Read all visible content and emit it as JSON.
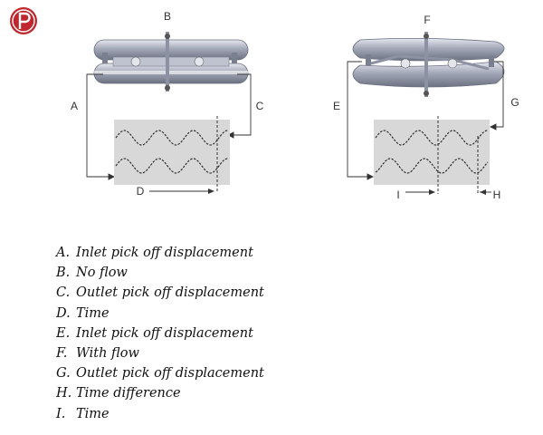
{
  "logo": {
    "icon": "p-logo-icon",
    "color": "#c0262d"
  },
  "diagram": {
    "left": {
      "top_label": "B",
      "left_label": "A",
      "right_label": "C",
      "bottom_label": "D"
    },
    "right": {
      "top_label": "F",
      "left_label": "E",
      "right_label": "G",
      "time_diff_label": "H",
      "time_label": "I"
    }
  },
  "legend": [
    {
      "letter": "A.",
      "text": "Inlet pick off displacement"
    },
    {
      "letter": "B.",
      "text": "No flow"
    },
    {
      "letter": "C.",
      "text": "Outlet pick off displacement"
    },
    {
      "letter": "D.",
      "text": "Time"
    },
    {
      "letter": "E.",
      "text": "Inlet pick off displacement"
    },
    {
      "letter": "F.",
      "text": "With flow"
    },
    {
      "letter": "G.",
      "text": "Outlet pick off displacement"
    },
    {
      "letter": "H.",
      "text": "Time difference"
    },
    {
      "letter": "I.",
      "text": "Time"
    }
  ],
  "colors": {
    "tube": "#9aa0b0",
    "plot_bg": "#d8d8d8",
    "line": "#333333"
  }
}
